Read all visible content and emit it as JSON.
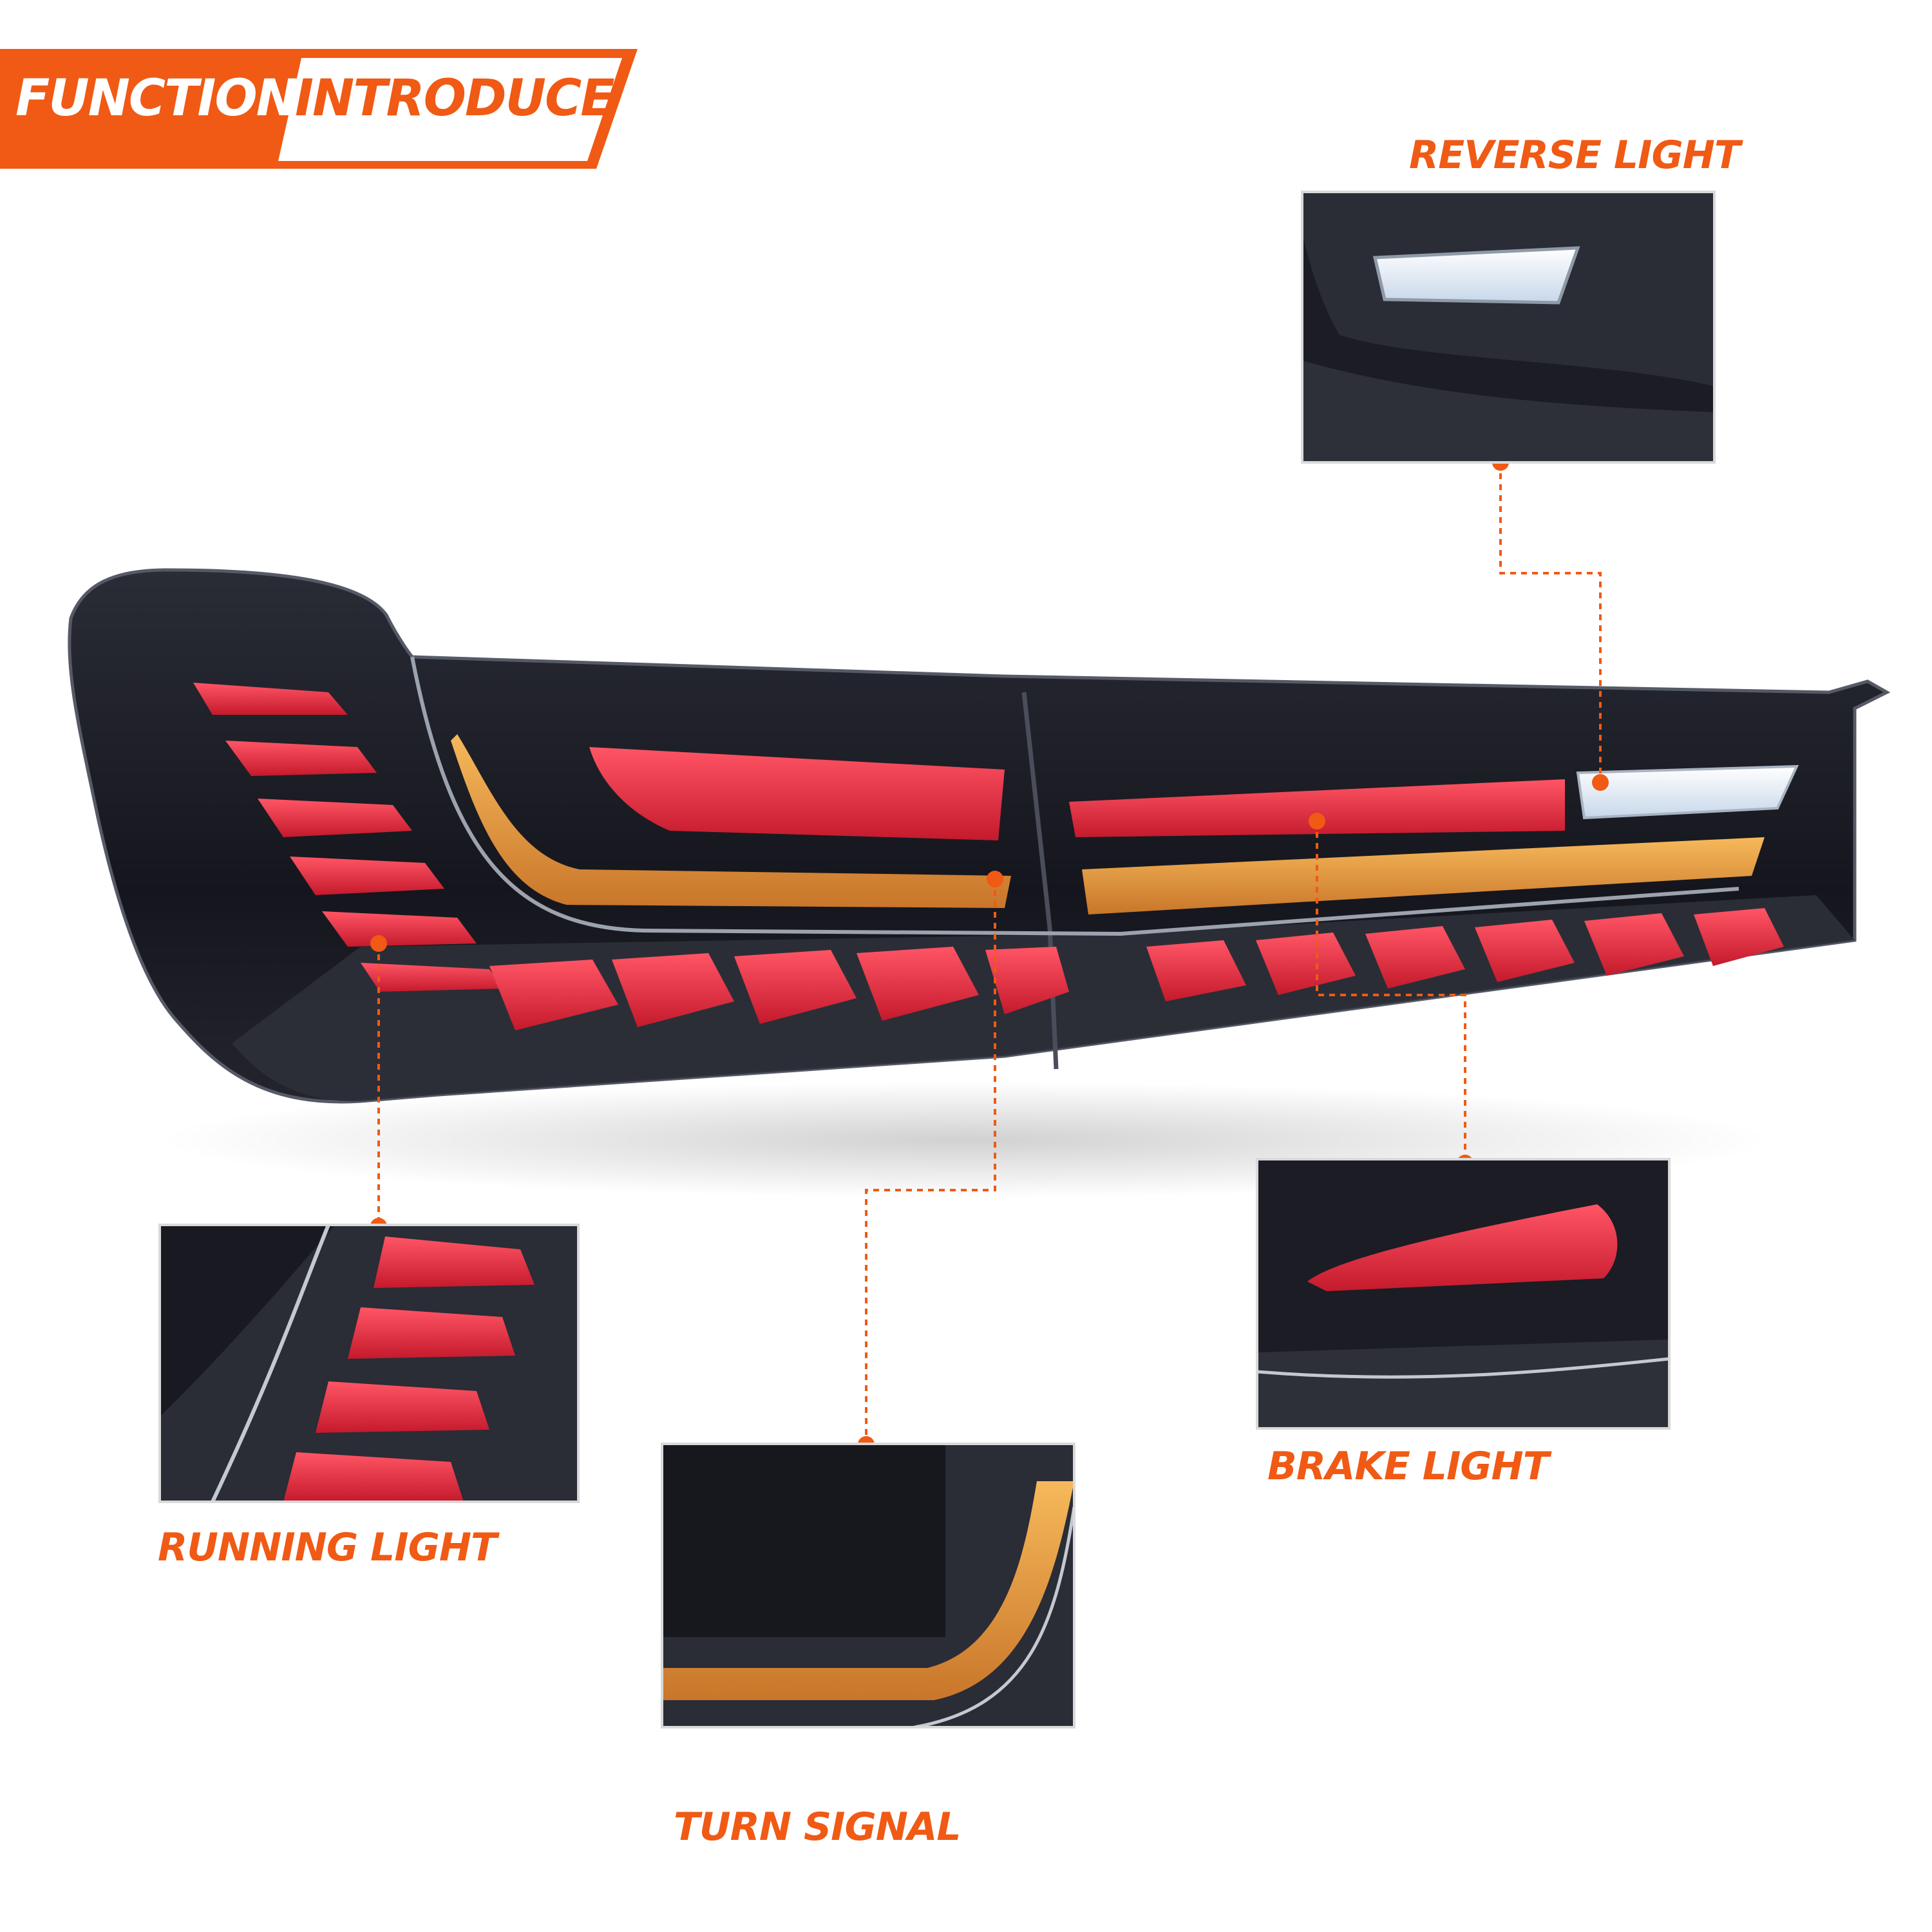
{
  "header": {
    "part1": "FUNCTION",
    "part2": "INTRODUCE"
  },
  "callouts": {
    "reverse": "REVERSE LIGHT",
    "running": "RUNNING LIGHT",
    "turn": "TURN SIGNAL",
    "brake": "BRAKE LIGHT"
  },
  "colors": {
    "accent": "#f05a14",
    "housing": "#1b1c24",
    "red_led": "#e0283a",
    "amber_led": "#e89a3a",
    "white_led": "#eef4fa"
  }
}
